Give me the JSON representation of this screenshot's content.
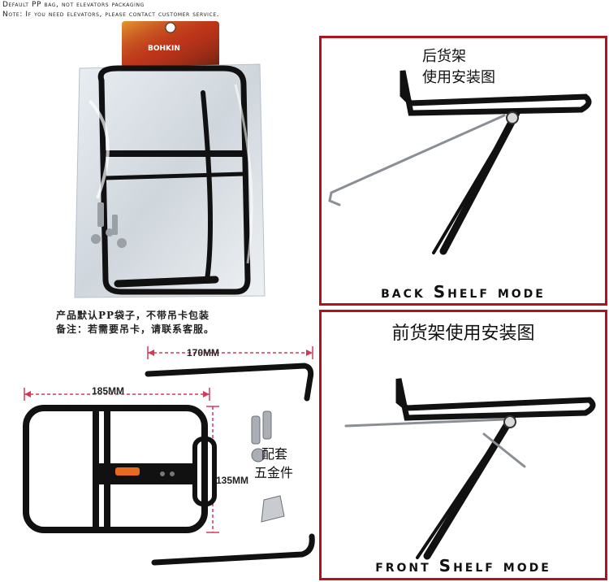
{
  "header": {
    "line1": "Default PP bag, not elevators packaging",
    "line2": "Note: If you need elevators, please contact customer service."
  },
  "package": {
    "brand": "BOHKIN"
  },
  "package_note": {
    "line1": "产品默认PP袋子，不带吊卡包装",
    "line2": "备注：若需要吊卡，请联系客服。"
  },
  "back_panel": {
    "title_line1": "后货架",
    "title_line2": "使用安装图",
    "mode_label": "back Shelf mode"
  },
  "front_panel": {
    "title": "前货架使用安装图",
    "mode_label": "front Shelf mode"
  },
  "dimensions": {
    "arm_length": "170MM",
    "width": "185MM",
    "height": "135MM"
  },
  "hardware_label": {
    "line1": "配套",
    "line2": "五金件"
  },
  "colors": {
    "frame_border": "#b3121d",
    "dimension_line": "#d23a5a"
  }
}
